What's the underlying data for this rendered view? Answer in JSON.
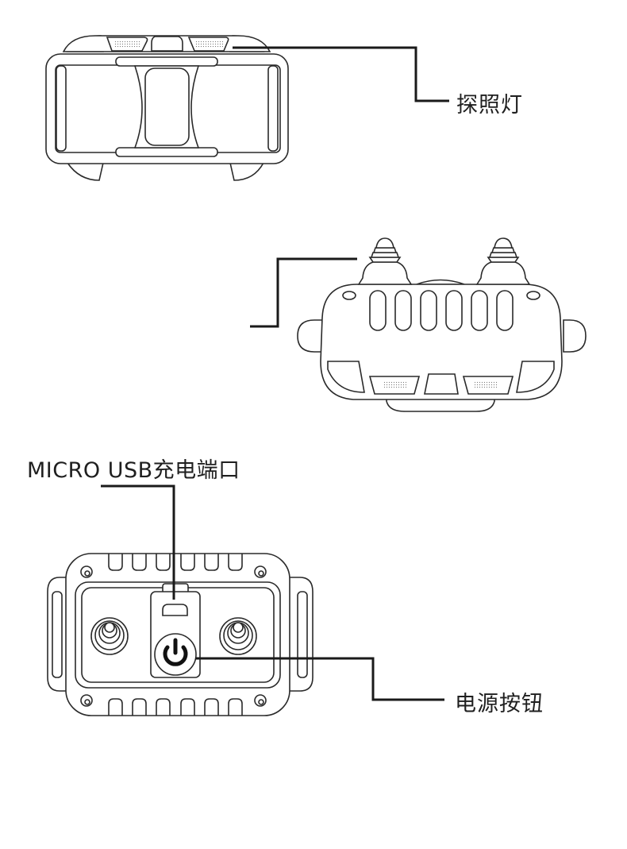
{
  "diagram": {
    "title": "",
    "views": [
      {
        "id": "top-view",
        "callouts": [
          {
            "label": "探照灯",
            "meaning": "spotlight"
          }
        ]
      },
      {
        "id": "front-view",
        "callouts": [
          {
            "label": ""
          }
        ]
      },
      {
        "id": "back-view",
        "callouts": [
          {
            "label": "MICRO USB充电端口",
            "meaning": "Micro USB charging port"
          },
          {
            "label": "电源按钮",
            "meaning": "power button"
          }
        ]
      }
    ]
  },
  "labels": {
    "spotlight": "探照灯",
    "usb_port": "MICRO USB充电端口",
    "power_button": "电源按钮"
  },
  "colors": {
    "line": "#2a2a2a",
    "leader": "#1a1a1a",
    "text": "#1f1f1f",
    "background": "#ffffff"
  }
}
